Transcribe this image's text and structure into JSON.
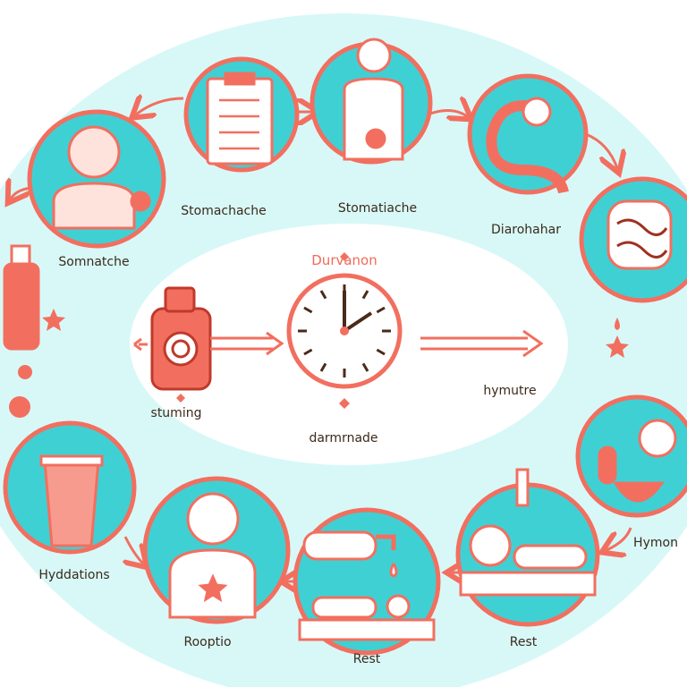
{
  "colors": {
    "coral": "#f26f5f",
    "teal": "#3fd0d4",
    "pale": "#d8f8f8",
    "ink": "#3a2a1a",
    "skin": "#fde3dc"
  },
  "steps": [
    {
      "label": "Somnatche",
      "icon": "distressed-person-icon"
    },
    {
      "label": "Stomachache",
      "icon": "clipboard-checklist-icon"
    },
    {
      "label": "Stomatiache",
      "icon": "body-stomach-pain-icon"
    },
    {
      "label": "Diarohahar",
      "icon": "stomach-icon"
    },
    {
      "label": "Hymon",
      "icon": "intestines-icon"
    },
    {
      "label": "Rest",
      "icon": "resting-bed-icon"
    },
    {
      "label": "Rest",
      "icon": "tap-water-bed-icon"
    },
    {
      "label": "Rooptio",
      "icon": "crying-person-icon"
    },
    {
      "label": "Hyddations",
      "icon": "water-cup-icon"
    }
  ],
  "center": {
    "title": "Durvanon",
    "left_label": "stuming",
    "clock_label": "darmrnade",
    "right_label": "hymutre"
  }
}
